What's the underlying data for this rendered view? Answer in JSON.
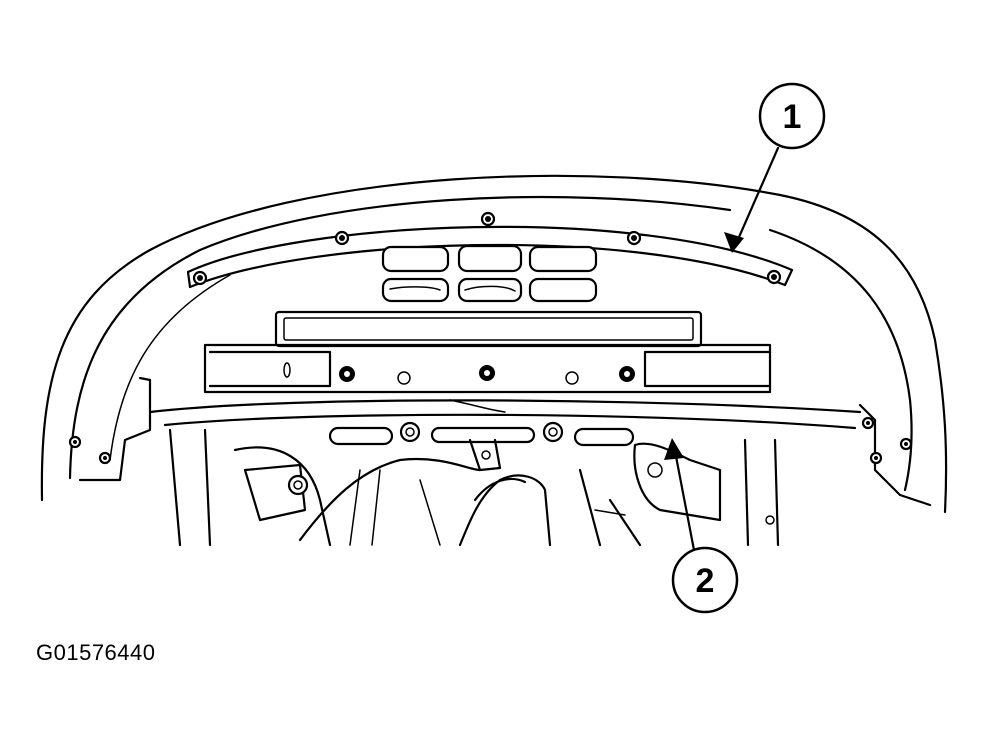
{
  "callouts": {
    "one": {
      "label": "1"
    },
    "two": {
      "label": "2"
    }
  },
  "figure": {
    "id": "G01576440"
  },
  "colors": {
    "ink": "#000000",
    "paper": "#ffffff"
  }
}
